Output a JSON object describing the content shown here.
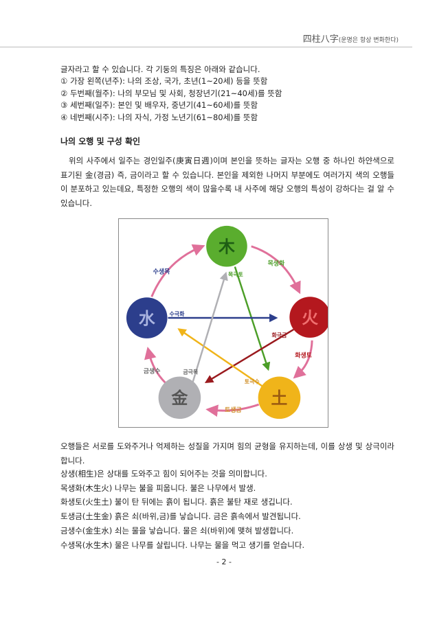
{
  "header": {
    "title": "四柱八字",
    "subtitle": "(운명은 항상 변화한다)"
  },
  "intro_lines": [
    "글자라고 할 수 있습니다. 각 기둥의 특징은 아래와 같습니다.",
    "①  가장 왼쪽(년주): 나의 조상, 국가, 초년(1~20세) 등을 뜻함",
    "②  두번째(월주): 나의 부모님 및 사회, 청장년기(21~40세)를 뜻함",
    "③  세번째(일주): 본인 및 배우자, 중년기(41~60세)를 뜻함",
    "④  네번째(시주): 나의 자식, 가정 노년기(61~80세)를 뜻함"
  ],
  "section_title": "나의 오행 및 구성 확인",
  "section_para": "위의 사주에서 일주는 경인일주(庚寅日週)이며 본인을 뜻하는 글자는 오행 중 하나인 하얀색으로 표기된 金(경금) 즉, 금이라고 할 수 있습니다. 본인을 제외한 나머지 부분에도 여러가지 색의 오행들이 분포하고 있는데요, 특정한 오행의 색이 많을수록 내 사주에 해당 오행의 특성이 강하다는 걸 알 수 있습니다.",
  "diagram": {
    "elements": {
      "wood": "木",
      "fire": "火",
      "earth": "土",
      "metal": "金",
      "water": "水"
    },
    "colors": {
      "wood": "#5aad2e",
      "fire": "#b4181e",
      "earth": "#f0b41a",
      "metal": "#b0b0b4",
      "water": "#2c3e8c",
      "sheng": "#e0709a"
    },
    "labels": {
      "swm": "수생목",
      "mshw": "목생화",
      "hst": "화생토",
      "tsg": "토생금",
      "gss": "금생수",
      "mgt": "목극토",
      "sgh": "수극화",
      "hgg": "화극금",
      "tgs": "토극수",
      "ggm": "금극목"
    }
  },
  "body_para1": "오행들은 서로를 도와주거나 억제하는 성질을 가지며 힘의 균형을 유지하는데, 이를 상생 및 상극이라 합니다.",
  "body_lines": [
    "상생(相生)은 상대를 도와주고 힘이 되어주는 것을 의미합니다.",
    "목생화(木生火) 나무는 불을 피웁니다. 불은 나무에서 발생.",
    "화생토(火生土) 불이 탄 뒤에는 흙이 됩니다. 흙은 불탄 재로 생깁니다.",
    "토생금(土生金) 흙은 쇠(바위,금)를 낳습니다. 금은 흙속에서 발견됩니다.",
    "금생수(金生水) 쇠는 물을 낳습니다. 물은 쇠(바위)에 맺혀 발생합니다.",
    "수생목(水生木) 물은 나무를 살립니다. 나무는 물을 먹고 생기를 얻습니다."
  ],
  "page_number": "- 2 -"
}
